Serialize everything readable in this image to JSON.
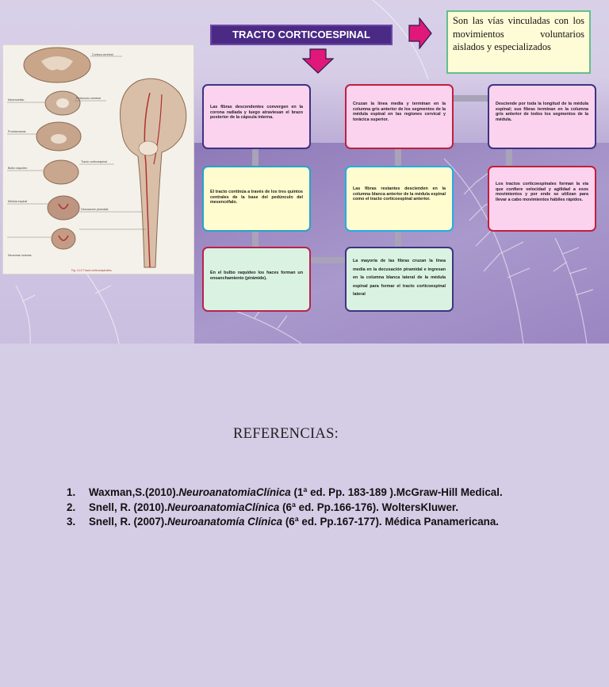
{
  "slide": {
    "title": "TRACTO CORTICOESPINAL",
    "note": "Son las vías vinculadas con los movimientos voluntarios aislados y especializados",
    "image_caption": "Fig. 4-12 Tracto corticoespinales.",
    "image_labels": [
      "Corteza cerebral",
      "Mesencéfalo",
      "Protuberancia",
      "Pedúnculo cerebral",
      "Tracto corticoespinal",
      "Bulbo raquídeo",
      "Decusación piramidal",
      "Médula espinal",
      "Neuronas motoras"
    ],
    "boxes": [
      "Las fibras descendentes convergen en la corona radiada y luego atraviesan el brazo posterior de la cápsula interna.",
      "El tracto continúa a través de los tres quintos centrales de la base del pedúnculo del mesencéfalo.",
      "En el bulbo raquídeo los haces forman un ensanchamiento (pirámide).",
      "Cruzan la línea media y terminan en la columna gris anterior de los segmentos de la médula espinal en las regiones cervical y torácica superior.",
      "Las fibras restantes descienden en la columna blanca anterior de la médula espinal como el tracto corticoespinal anterior.",
      "La mayoría de las fibras cruzan la línea media en la decusación piramidal e ingresan en la columna blanca lateral de la médula espinal para formar el tracto corticoespinal lateral",
      "Desciende por toda la longitud de la médula espinal; sus fibras terminan en la columna gris anterior de todos los segmentos de la médula.",
      "Los tractos corticoespinales forman la vía que confiere velocidad y agilidad a esos movimientos y por ende se utilizan para llevar a cabo movimientos hábiles rápidos."
    ],
    "colors": {
      "title_bg": "#4b2a85",
      "arrow": "#e0187a",
      "note_bg": "#fefcd6"
    }
  },
  "references": {
    "heading": "REFERENCIAS:",
    "items": [
      {
        "num": "1.",
        "pre": "Waxman,S.(2010).",
        "italic": "NeuroanatomiaClínica",
        "post": " (1ª ed. Pp. 183-189 ).McGraw-Hill Medical."
      },
      {
        "num": "2.",
        "pre": "Snell, R. (2010).",
        "italic": "NeuroanatomiaClínica",
        "post": " (6ª ed. Pp.166-176). WoltersKluwer."
      },
      {
        "num": "3.",
        "pre": "Snell, R. (2007).",
        "italic": "Neuroanatomía Clínica",
        "post": " (6ª ed. Pp.167-177). Médica Panamericana."
      }
    ]
  }
}
